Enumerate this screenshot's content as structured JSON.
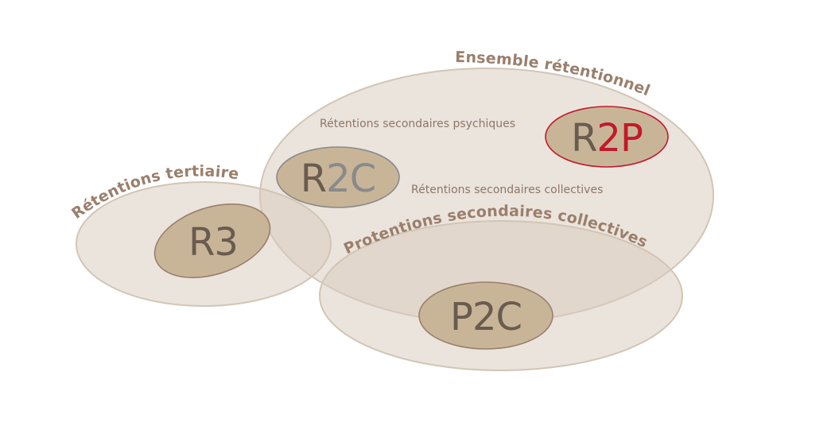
{
  "sets": {
    "ensemble_retentionnel": {
      "title": "Ensemble rétentionnel",
      "inner_labels": {
        "psychiques": "Rétentions secondaires psychiques",
        "collectives": "Rétentions secondaires collectives"
      }
    },
    "retentions_tertiaires": {
      "title": "Rétentions tertiaires"
    },
    "protentions_collectives": {
      "title": "Protentions secondaires collectives"
    }
  },
  "nodes": {
    "r2p": {
      "prefix": "R",
      "digit": "2",
      "suffix": "P",
      "accent_color": "#c11a2a",
      "border_color": "#c11a2a"
    },
    "r2c": {
      "prefix": "R",
      "digit": "2",
      "suffix": "C",
      "accent_color": "#8a8a8a",
      "border_color": "#8a8a8a"
    },
    "r3": {
      "prefix": "R",
      "digit": "3",
      "suffix": "",
      "accent_color": "#6a5b4f",
      "border_color": "#9a7f6c"
    },
    "p2c": {
      "prefix": "P",
      "digit": "2",
      "suffix": "C",
      "accent_color": "#6a5b4f",
      "border_color": "#9a7f6c"
    }
  },
  "colors": {
    "set_fill": "#d8ccbd",
    "set_stroke": "#d2c5b5",
    "node_fill": "#c8b598",
    "title_text": "#9a7f6c",
    "body_text": "#8e7665"
  }
}
